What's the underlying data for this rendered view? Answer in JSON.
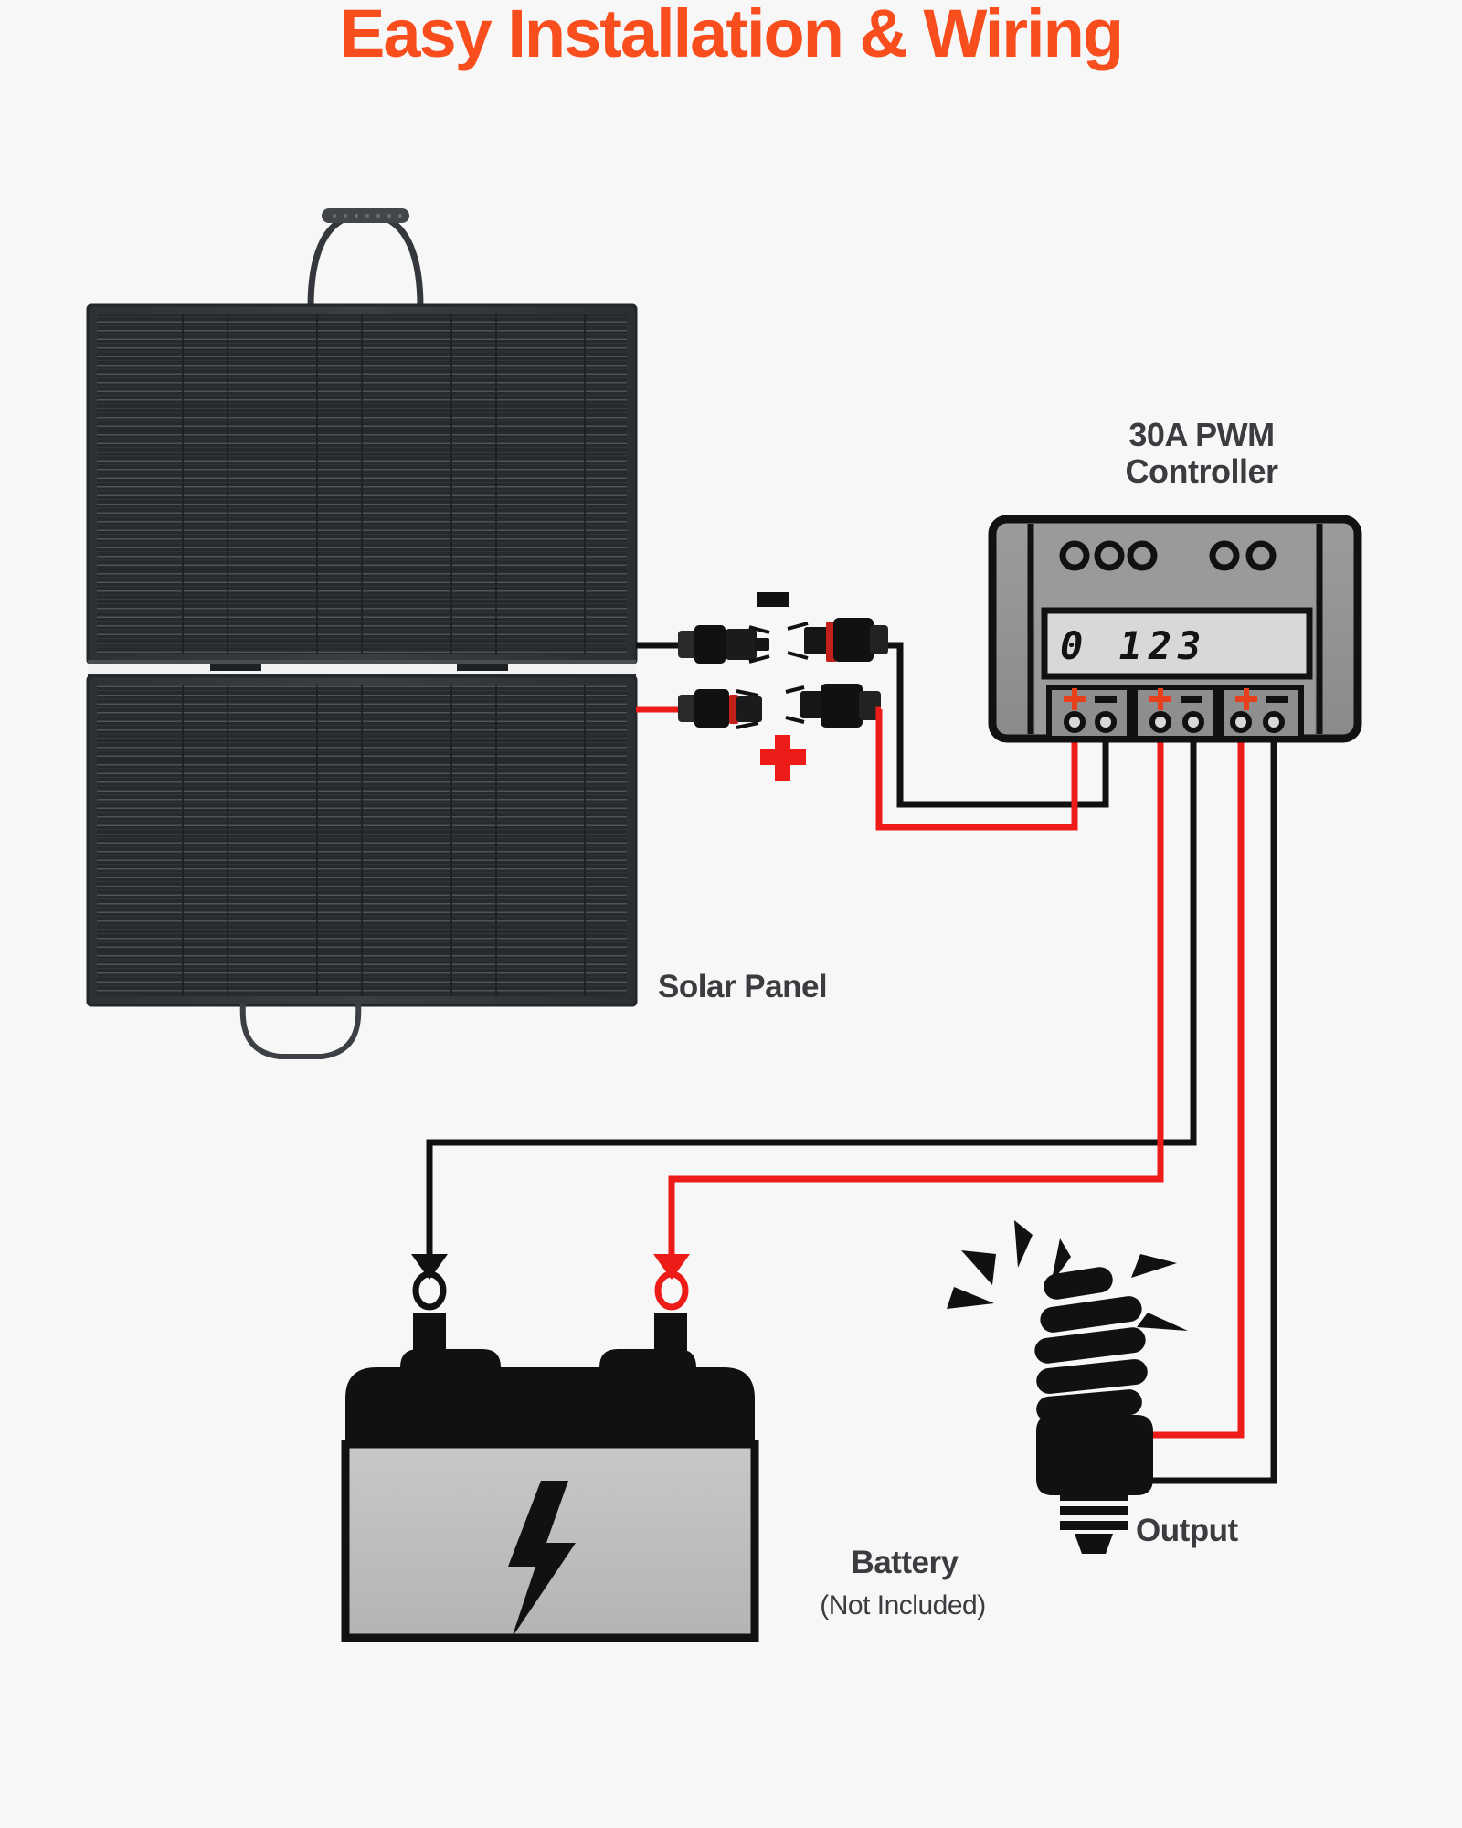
{
  "page": {
    "title": "Easy Installation & Wiring",
    "background_color": "#F7F7F7",
    "accent_color": "#F84E1E",
    "wire_positive_color": "#EE1C18",
    "wire_negative_color": "#111111",
    "text_color": "#3B3B40"
  },
  "labels": {
    "solar_panel": "Solar Panel",
    "controller_title": "30A PWM\nController",
    "controller_title_line1": "30A PWM",
    "controller_title_line2": "Controller",
    "battery": "Battery",
    "battery_note": "(Not Included)",
    "output": "Output",
    "plus_symbol": "+",
    "minus_symbol": "−"
  },
  "controller": {
    "display_value": "0 123",
    "body_color": "#8C8C8C",
    "panel_color": "#9A9A9A",
    "lcd_color": "#D8D8D8",
    "indicator_count": 5,
    "indicators": [
      "led-1",
      "led-2",
      "led-3",
      "led-4",
      "led-5"
    ],
    "terminal_blocks": [
      {
        "name": "solar-input",
        "positive": "+",
        "negative": "−"
      },
      {
        "name": "battery",
        "positive": "+",
        "negative": "−"
      },
      {
        "name": "load-output",
        "positive": "+",
        "negative": "−"
      }
    ]
  },
  "connectors": {
    "negative_pair_label": "−",
    "positive_pair_label": "+",
    "items": [
      {
        "name": "panel-negative-male",
        "polarity": "negative"
      },
      {
        "name": "controller-negative-female",
        "polarity": "negative"
      },
      {
        "name": "panel-positive-female",
        "polarity": "positive"
      },
      {
        "name": "controller-positive-male",
        "polarity": "positive"
      }
    ]
  },
  "solar_panel": {
    "halves": 2,
    "handle_top": "carry-handle",
    "handle_bottom": "strap-handle"
  },
  "battery": {
    "terminals": [
      "negative-post",
      "positive-post"
    ],
    "icon": "lightning-bolt"
  },
  "load": {
    "device": "cfl-bulb",
    "ray_count": 6
  }
}
